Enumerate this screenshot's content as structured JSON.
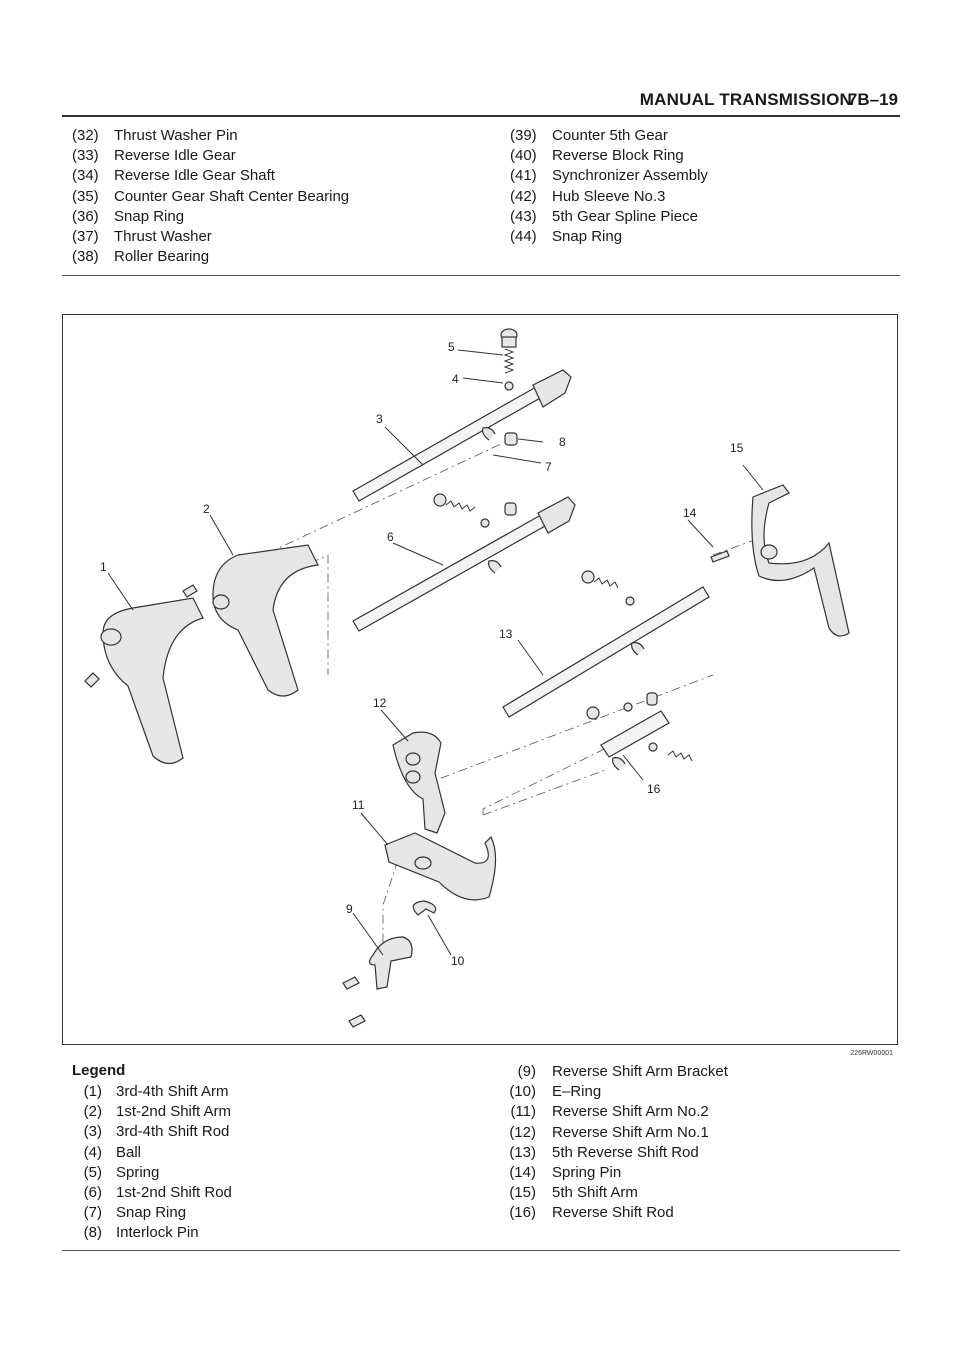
{
  "header": {
    "title": "MANUAL TRANSMISSION",
    "page": "7B–19"
  },
  "parts_left": [
    {
      "num": "(32)",
      "label": "Thrust Washer Pin"
    },
    {
      "num": "(33)",
      "label": "Reverse Idle Gear"
    },
    {
      "num": "(34)",
      "label": "Reverse Idle Gear Shaft"
    },
    {
      "num": "(35)",
      "label": "Counter Gear Shaft Center Bearing"
    },
    {
      "num": "(36)",
      "label": "Snap Ring"
    },
    {
      "num": "(37)",
      "label": "Thrust Washer"
    },
    {
      "num": "(38)",
      "label": "Roller Bearing"
    }
  ],
  "parts_right": [
    {
      "num": "(39)",
      "label": "Counter 5th Gear"
    },
    {
      "num": "(40)",
      "label": "Reverse Block Ring"
    },
    {
      "num": "(41)",
      "label": "Synchronizer Assembly"
    },
    {
      "num": "(42)",
      "label": "Hub Sleeve No.3"
    },
    {
      "num": "(43)",
      "label": "5th Gear Spline Piece"
    },
    {
      "num": "(44)",
      "label": "Snap Ring"
    }
  ],
  "figure": {
    "id": "226RW00001",
    "callouts": [
      "1",
      "2",
      "3",
      "4",
      "5",
      "6",
      "7",
      "8",
      "9",
      "10",
      "11",
      "12",
      "13",
      "14",
      "15",
      "16"
    ]
  },
  "legend": {
    "heading": "Legend",
    "left": [
      {
        "num": "(1)",
        "label": "3rd-4th Shift Arm"
      },
      {
        "num": "(2)",
        "label": "1st-2nd Shift Arm"
      },
      {
        "num": "(3)",
        "label": "3rd-4th Shift Rod"
      },
      {
        "num": "(4)",
        "label": "Ball"
      },
      {
        "num": "(5)",
        "label": "Spring"
      },
      {
        "num": "(6)",
        "label": "1st-2nd Shift Rod"
      },
      {
        "num": "(7)",
        "label": "Snap Ring"
      },
      {
        "num": "(8)",
        "label": "Interlock Pin"
      }
    ],
    "right": [
      {
        "num": "(9)",
        "label": "Reverse Shift Arm Bracket"
      },
      {
        "num": "(10)",
        "label": "E–Ring"
      },
      {
        "num": "(11)",
        "label": "Reverse Shift Arm No.2"
      },
      {
        "num": "(12)",
        "label": "Reverse Shift Arm No.1"
      },
      {
        "num": "(13)",
        "label": "5th Reverse Shift Rod"
      },
      {
        "num": "(14)",
        "label": "Spring Pin"
      },
      {
        "num": "(15)",
        "label": "5th Shift Arm"
      },
      {
        "num": "(16)",
        "label": "Reverse Shift Rod"
      }
    ]
  }
}
